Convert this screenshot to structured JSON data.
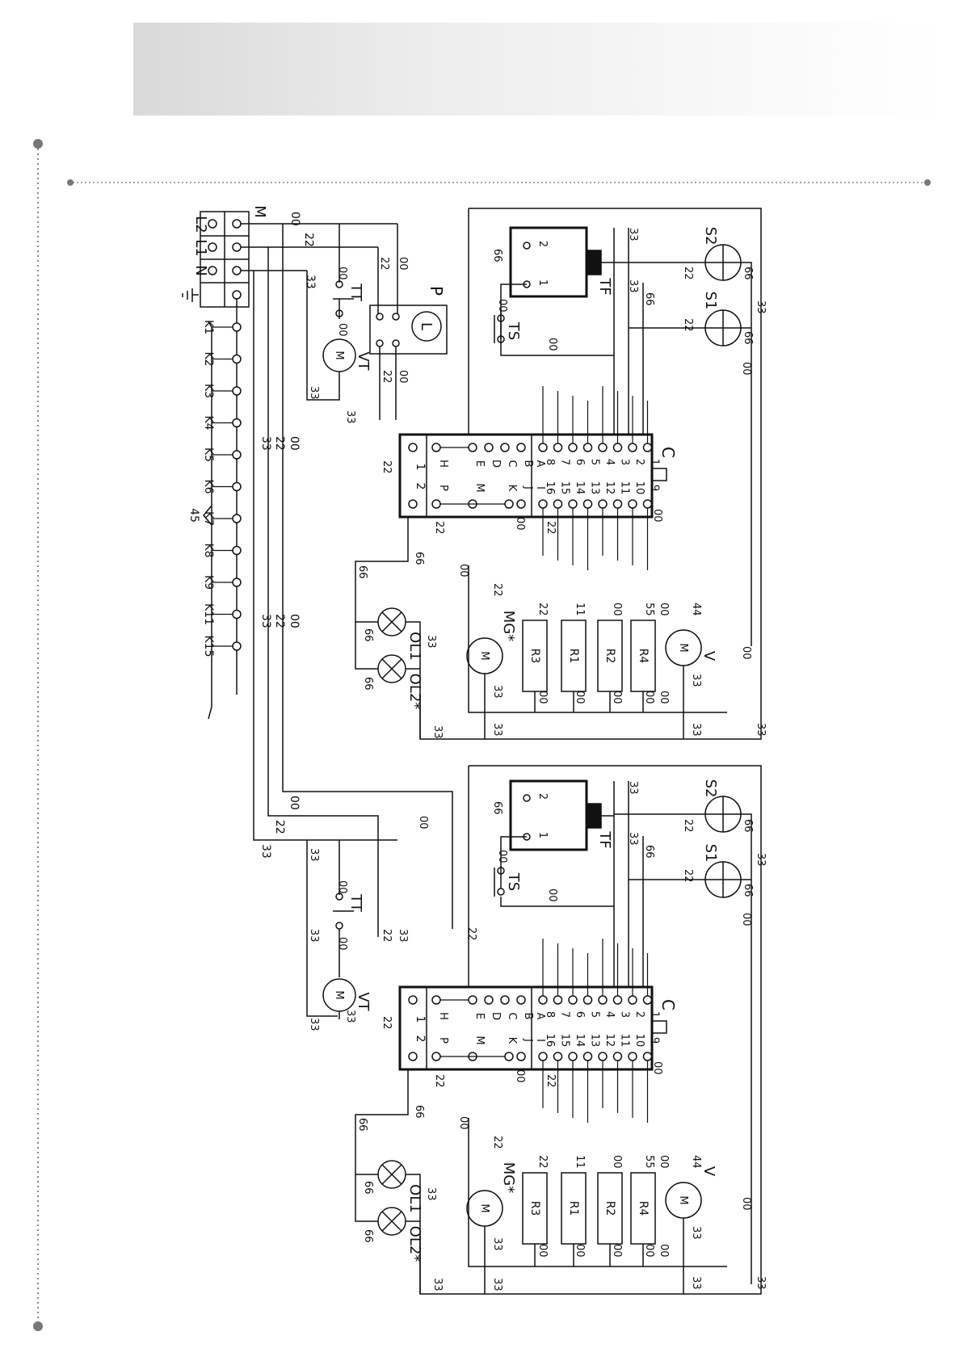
{
  "terminal_block": {
    "labels": [
      "L2",
      "L1",
      "N"
    ],
    "ground_symbol": "ground-icon",
    "top_label": "M"
  },
  "relays": [
    "K1",
    "K2",
    "K3",
    "K4",
    "K5",
    "K6",
    "K7",
    "K8",
    "K9",
    "K11",
    "K15"
  ],
  "relay_group_label": "45",
  "module_upper": {
    "pressure_switch": "P",
    "pressure_switch_letter": "L",
    "thermostat_tt": "TT",
    "motor_vt": "VT",
    "thermostat_ts": "TS",
    "transformer": "TF",
    "tf_pins": [
      "1",
      "2"
    ],
    "sensors": [
      "S1",
      "S2"
    ],
    "controller": "C",
    "controller_left_cols": [
      "1",
      "2"
    ],
    "controller_left_letters": [
      "H",
      "P",
      "E",
      "M",
      "D",
      "C",
      "K",
      "B",
      "J",
      "A",
      "I"
    ],
    "controller_pins_top": [
      "8",
      "7",
      "6",
      "5",
      "4",
      "3",
      "2",
      "1"
    ],
    "controller_pins_bottom": [
      "16",
      "15",
      "14",
      "13",
      "12",
      "11",
      "10",
      "9"
    ],
    "resistors": [
      "R3",
      "R1",
      "R2",
      "R4"
    ],
    "motor_mg": "MG*",
    "motor_v": "V",
    "lamps": [
      "OL1",
      "OL2*"
    ]
  },
  "module_lower": {
    "thermostat_tt": "TT",
    "motor_vt": "VT",
    "thermostat_ts": "TS",
    "transformer": "TF",
    "sensors": [
      "S1",
      "S2"
    ],
    "controller": "C",
    "resistors": [
      "R3",
      "R1",
      "R2",
      "R4"
    ],
    "motor_mg": "MG*",
    "motor_v": "V",
    "lamps": [
      "OL1",
      "OL2*"
    ]
  },
  "wire_codes": [
    "00",
    "11",
    "22",
    "33",
    "44",
    "55",
    "66"
  ],
  "colors": {
    "line": "#111111",
    "header_gradient_start": "#d9d9d9",
    "dots": "#888888"
  }
}
